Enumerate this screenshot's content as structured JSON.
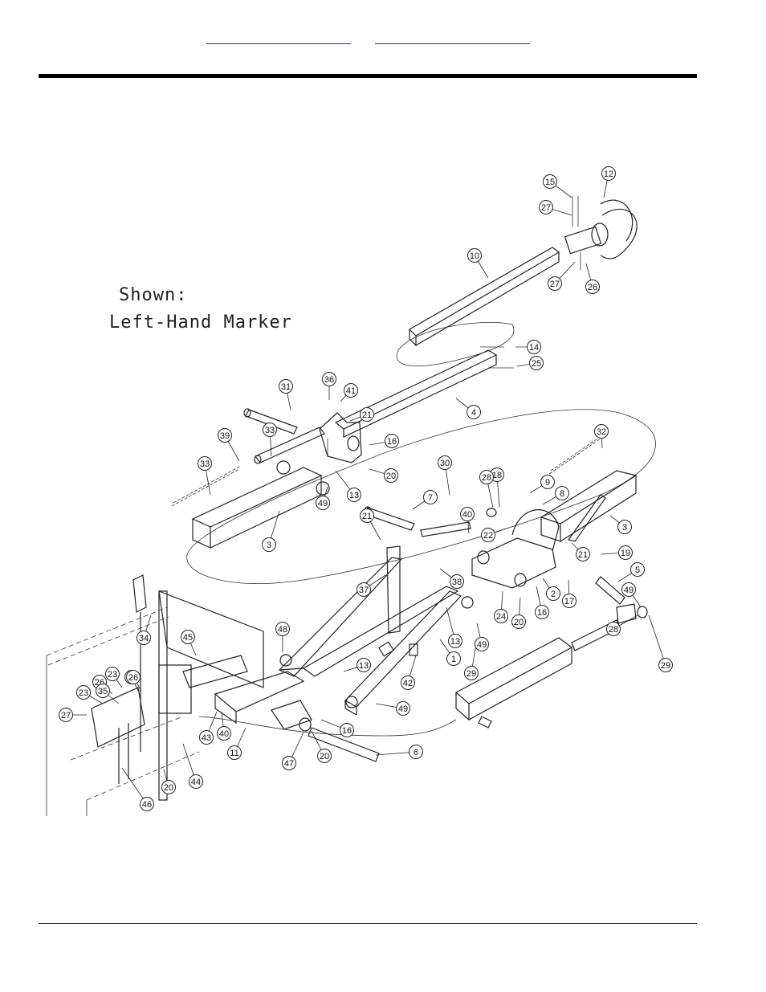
{
  "header": {
    "link_left": "",
    "link_right": ""
  },
  "diagram": {
    "caption_line1": "Shown:",
    "caption_line2": "Left-Hand Marker",
    "callouts": [
      "1",
      "2",
      "3",
      "3",
      "4",
      "5",
      "6",
      "7",
      "8",
      "9",
      "10",
      "11",
      "12",
      "13",
      "13",
      "13",
      "14",
      "15",
      "16",
      "16",
      "16",
      "17",
      "18",
      "19",
      "20",
      "20",
      "20",
      "20",
      "21",
      "21",
      "21",
      "22",
      "23",
      "23",
      "23",
      "24",
      "25",
      "26",
      "26",
      "26",
      "27",
      "27",
      "27",
      "28",
      "28",
      "29",
      "29",
      "30",
      "31",
      "32",
      "33",
      "33",
      "34",
      "35",
      "36",
      "37",
      "38",
      "39",
      "40",
      "40",
      "41",
      "42",
      "43",
      "44",
      "45",
      "46",
      "47",
      "48",
      "49",
      "49",
      "49",
      "49"
    ]
  }
}
